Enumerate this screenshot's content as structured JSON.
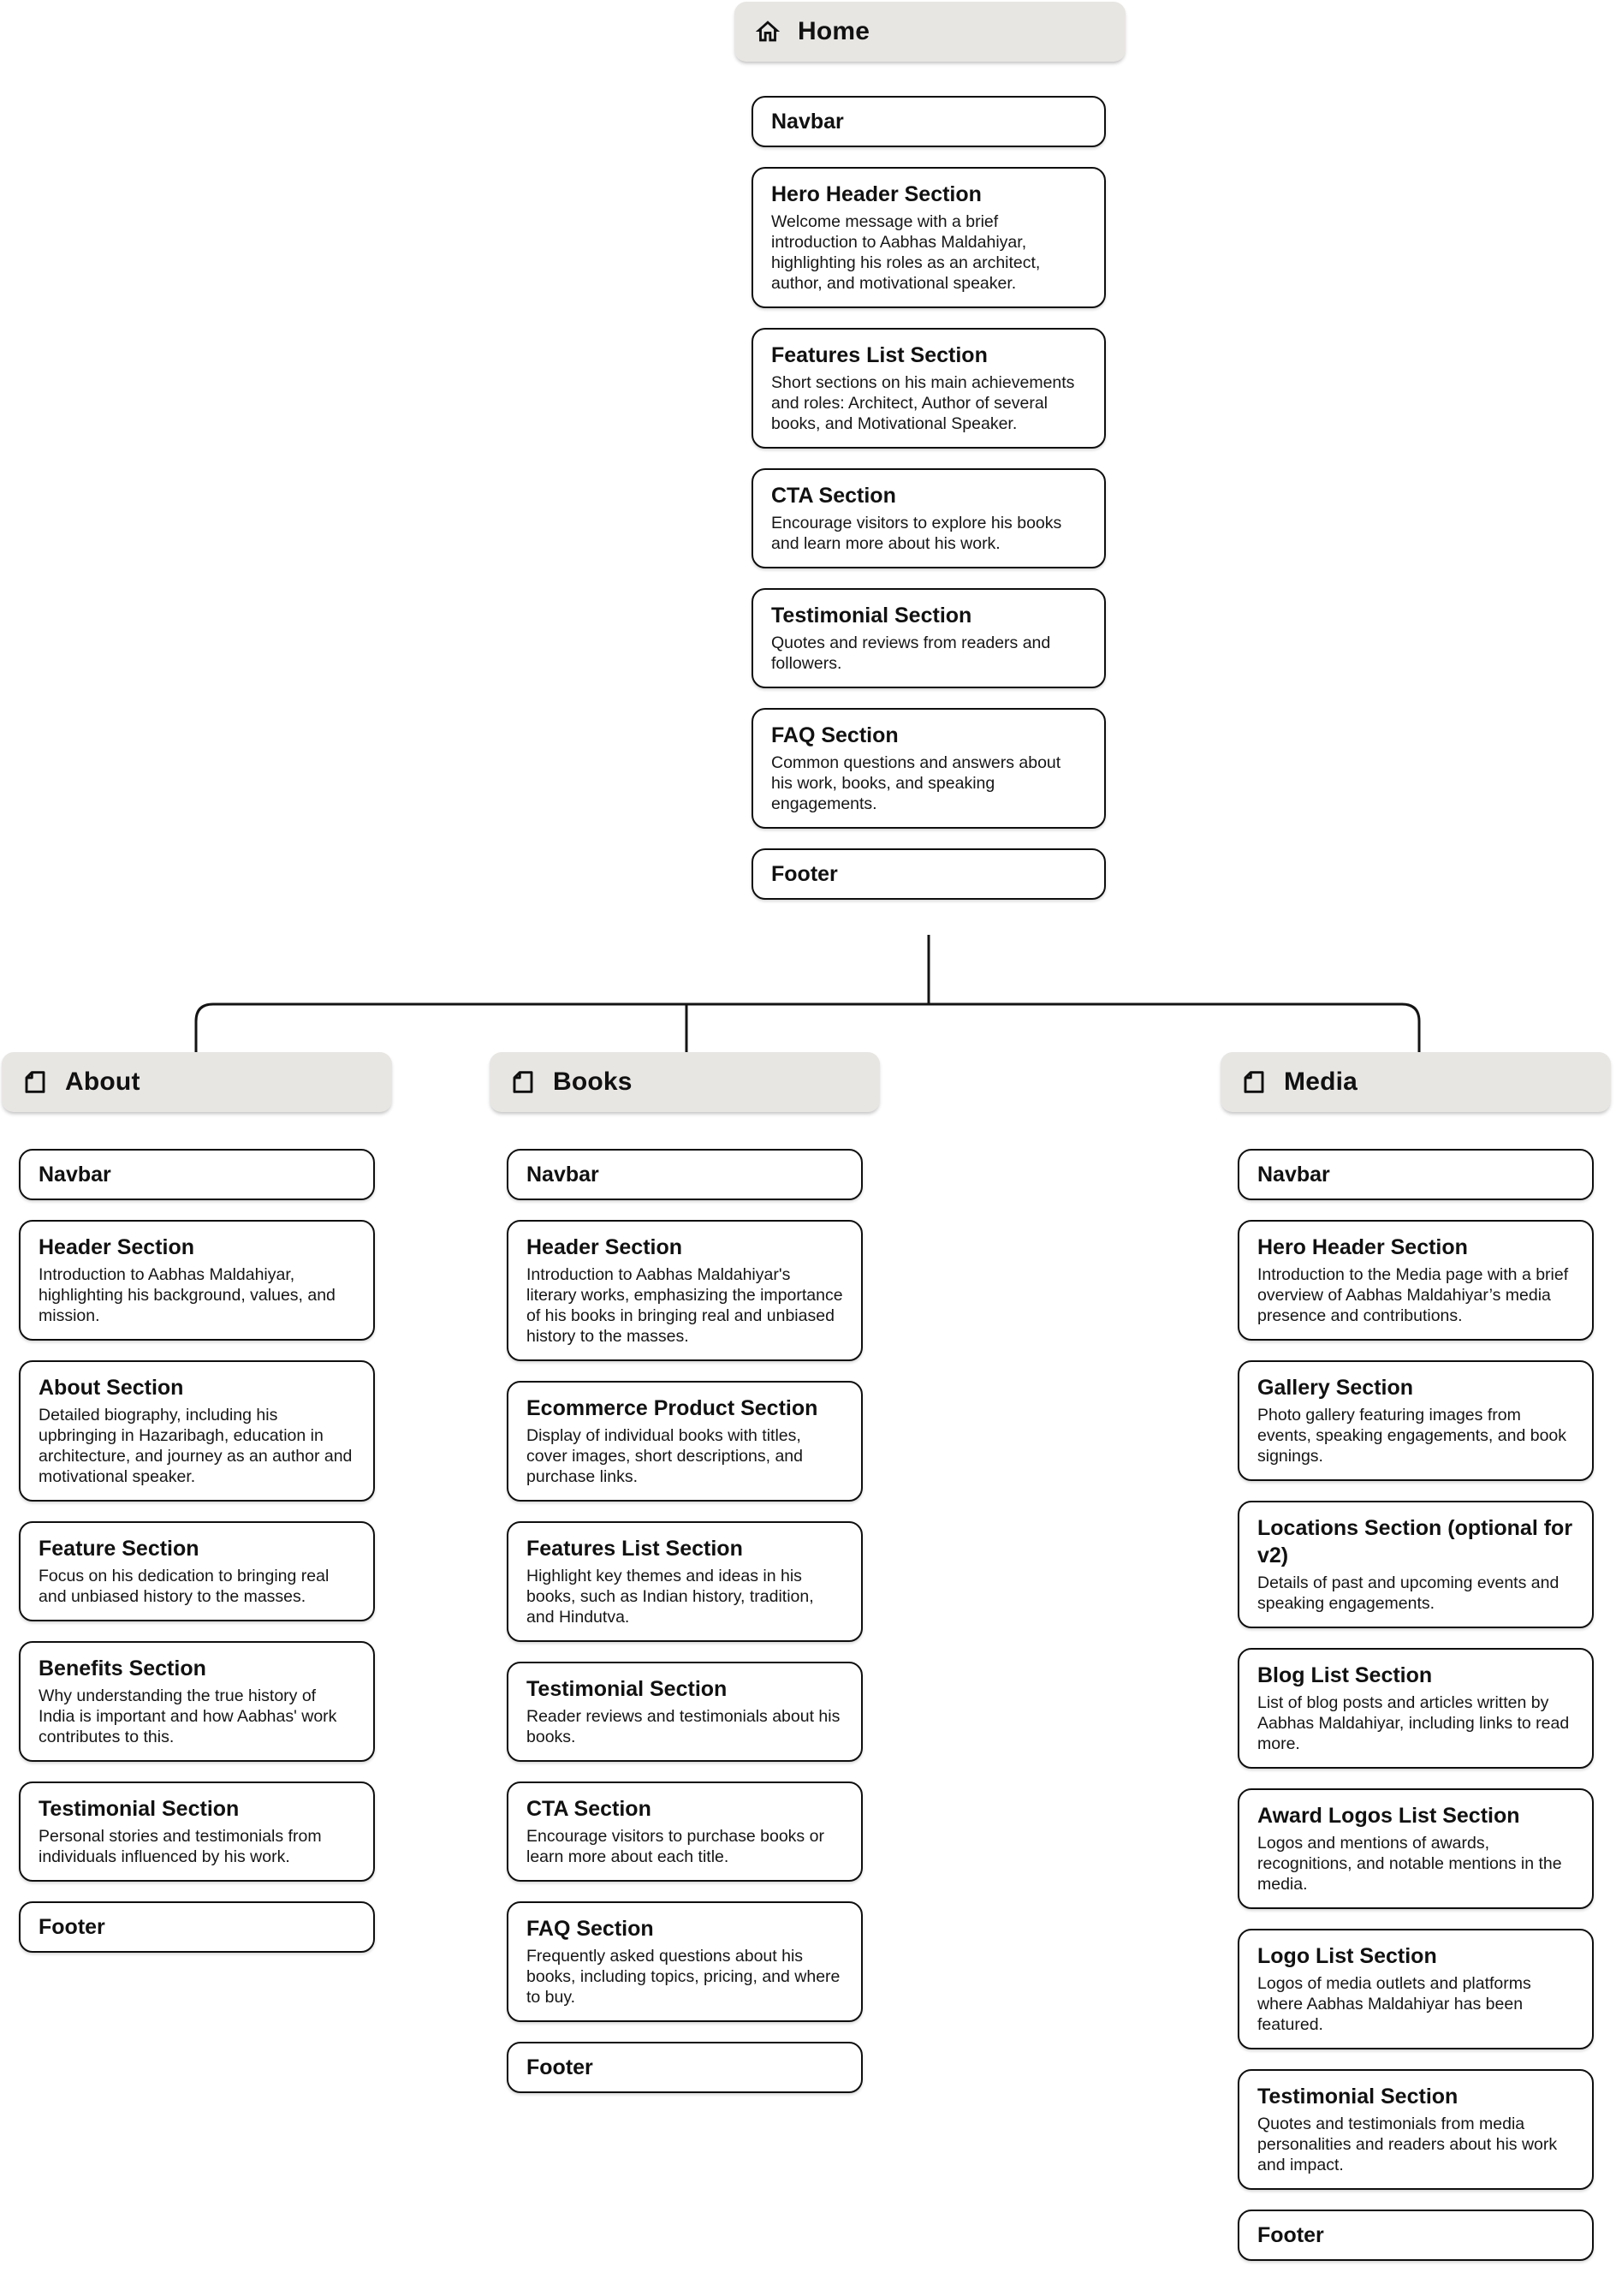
{
  "colors": {
    "header_bg": "#e8e6e3",
    "card_border": "#0f0f0f",
    "card_bg": "#ffffff",
    "text": "#111111",
    "connector": "#141414"
  },
  "icons": {
    "home": "home-icon",
    "page": "page-icon"
  },
  "pages": [
    {
      "id": "home",
      "label": "Home",
      "sections": [
        {
          "title": "Navbar",
          "desc": ""
        },
        {
          "title": "Hero Header Section",
          "desc": "Welcome message with a brief introduction to Aabhas Maldahiyar, highlighting his roles as an architect, author, and motivational speaker."
        },
        {
          "title": "Features List Section",
          "desc": "Short sections on his main achievements and roles: Architect, Author of several books, and Motivational Speaker."
        },
        {
          "title": "CTA Section",
          "desc": "Encourage visitors to explore his books and learn more about his work."
        },
        {
          "title": "Testimonial Section",
          "desc": "Quotes and reviews from readers and followers."
        },
        {
          "title": "FAQ Section",
          "desc": "Common questions and answers about his work, books, and speaking engagements."
        },
        {
          "title": "Footer",
          "desc": ""
        }
      ]
    },
    {
      "id": "about",
      "label": "About",
      "sections": [
        {
          "title": "Navbar",
          "desc": ""
        },
        {
          "title": "Header Section",
          "desc": "Introduction to Aabhas Maldahiyar, highlighting his background, values, and mission."
        },
        {
          "title": "About Section",
          "desc": "Detailed biography, including his upbringing in Hazaribagh, education in architecture, and journey as an author and motivational speaker."
        },
        {
          "title": "Feature Section",
          "desc": "Focus on his dedication to bringing real and unbiased history to the masses."
        },
        {
          "title": "Benefits Section",
          "desc": "Why understanding the true history of India is important and how Aabhas' work contributes to this."
        },
        {
          "title": "Testimonial Section",
          "desc": "Personal stories and testimonials from individuals influenced by his work."
        },
        {
          "title": "Footer",
          "desc": ""
        }
      ]
    },
    {
      "id": "books",
      "label": "Books",
      "sections": [
        {
          "title": "Navbar",
          "desc": ""
        },
        {
          "title": "Header Section",
          "desc": "Introduction to Aabhas Maldahiyar's literary works, emphasizing the importance of his books in bringing real and unbiased history to the masses."
        },
        {
          "title": "Ecommerce Product Section",
          "desc": "Display of individual books with titles, cover images, short descriptions, and purchase links."
        },
        {
          "title": "Features List Section",
          "desc": "Highlight key themes and ideas in his books, such as Indian history, tradition, and Hindutva."
        },
        {
          "title": "Testimonial Section",
          "desc": "Reader reviews and testimonials about his books."
        },
        {
          "title": "CTA Section",
          "desc": "Encourage visitors to purchase books or learn more about each title."
        },
        {
          "title": "FAQ Section",
          "desc": "Frequently asked questions about his books, including topics, pricing, and where to buy."
        },
        {
          "title": "Footer",
          "desc": ""
        }
      ]
    },
    {
      "id": "media",
      "label": "Media",
      "sections": [
        {
          "title": "Navbar",
          "desc": ""
        },
        {
          "title": "Hero Header Section",
          "desc": "Introduction to the Media page with a brief overview of Aabhas Maldahiyar’s media presence and contributions."
        },
        {
          "title": "Gallery Section",
          "desc": "Photo gallery featuring images from events, speaking engagements, and book signings."
        },
        {
          "title": "Locations Section (optional for v2)",
          "desc": "Details of past and upcoming events and speaking engagements."
        },
        {
          "title": "Blog List Section",
          "desc": "List of blog posts and articles written by Aabhas Maldahiyar, including links to read more."
        },
        {
          "title": "Award Logos List Section",
          "desc": "Logos and mentions of awards, recognitions, and notable mentions in the media."
        },
        {
          "title": "Logo List Section",
          "desc": "Logos of media outlets and platforms where Aabhas Maldahiyar has been featured."
        },
        {
          "title": "Testimonial Section",
          "desc": "Quotes and testimonials from media personalities and readers about his work and impact."
        },
        {
          "title": "Footer",
          "desc": ""
        }
      ]
    }
  ]
}
